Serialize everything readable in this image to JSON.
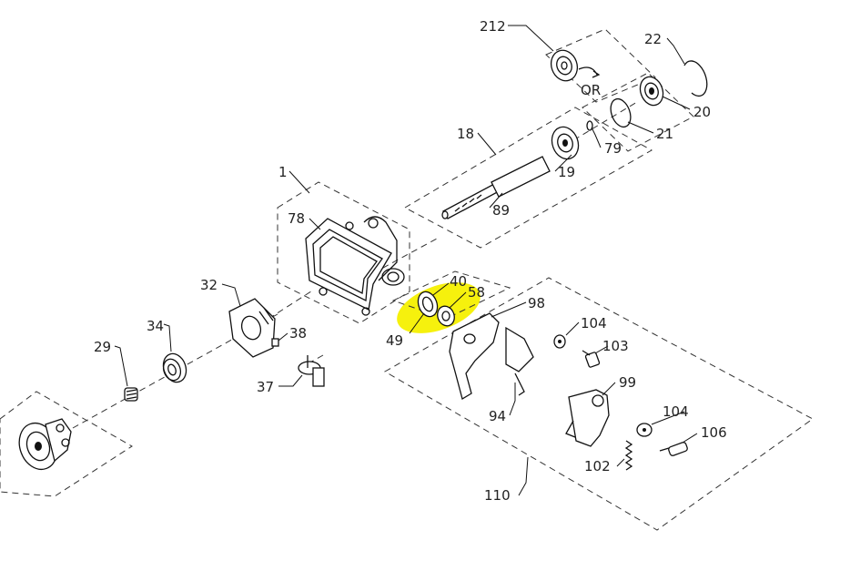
{
  "labels": {
    "p212": "212",
    "p22": "22",
    "or": "OR",
    "p20": "20",
    "p21": "21",
    "p79": "79",
    "p18": "18",
    "p19": "19",
    "p1": "1",
    "p78": "78",
    "p89": "89",
    "p40": "40",
    "p58": "58",
    "p98": "98",
    "p32": "32",
    "p49": "49",
    "p104a": "104",
    "p34": "34",
    "p38": "38",
    "p103": "103",
    "p29": "29",
    "p99": "99",
    "p37": "37",
    "p94": "94",
    "p104b": "104",
    "p106": "106",
    "p102": "102",
    "p110": "110"
  },
  "colors": {
    "highlight": "#f5f000",
    "ink": "#111111",
    "background": "#ffffff"
  }
}
